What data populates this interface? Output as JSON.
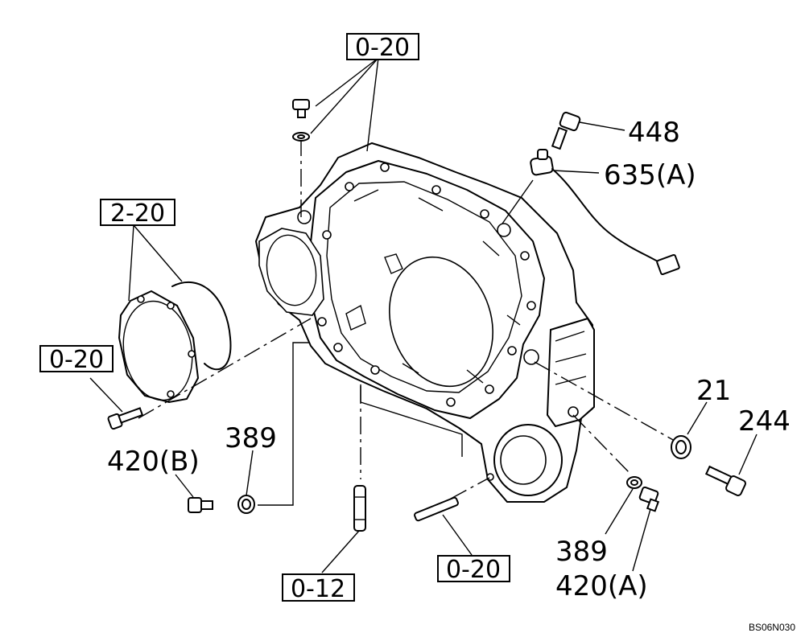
{
  "references": [
    {
      "id": "ref-top",
      "text": "0-20"
    },
    {
      "id": "ref-cover",
      "text": "2-20"
    },
    {
      "id": "ref-left",
      "text": "0-20"
    },
    {
      "id": "ref-bottom-center",
      "text": "0-12"
    },
    {
      "id": "ref-bottom-right",
      "text": "0-20"
    }
  ],
  "part_labels": {
    "p448": "448",
    "p635a": "635(A)",
    "p21": "21",
    "p244": "244",
    "p389_left": "389",
    "p420b": "420(B)",
    "p389_right": "389",
    "p420a": "420(A)"
  },
  "drawing_code": "BS06N030"
}
